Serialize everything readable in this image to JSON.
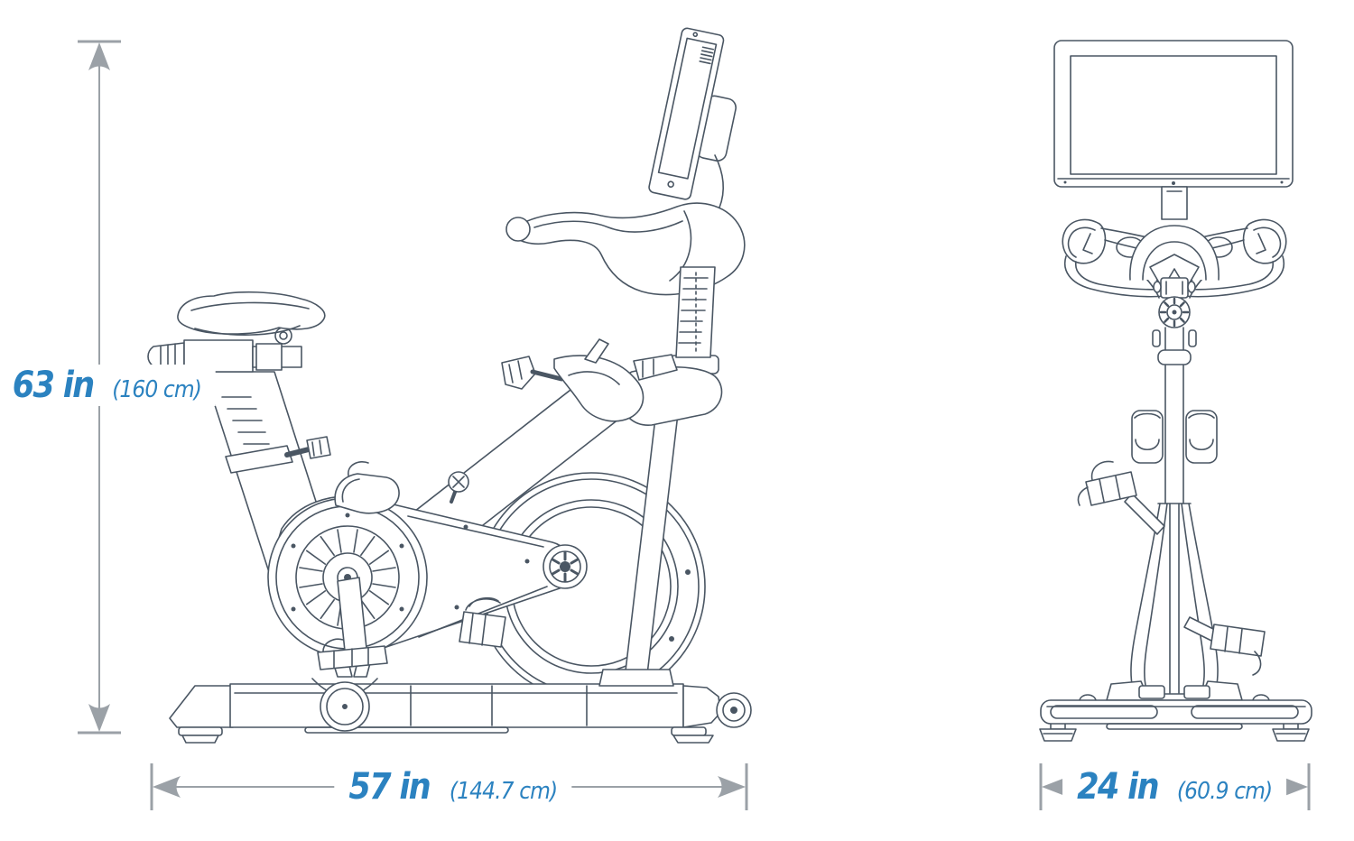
{
  "page": {
    "background_color": "#ffffff"
  },
  "colors": {
    "line_art": "#4a5663",
    "dimension_lines": "#9ba1a7",
    "dimension_text": "#2b82c0"
  },
  "diagram": {
    "dimensions": {
      "height": {
        "imperial": "63 in",
        "metric": "(160 cm)"
      },
      "length": {
        "imperial": "57 in",
        "metric": "(144.7 cm)"
      },
      "width": {
        "imperial": "24 in",
        "metric": "(60.9 cm)"
      }
    }
  }
}
